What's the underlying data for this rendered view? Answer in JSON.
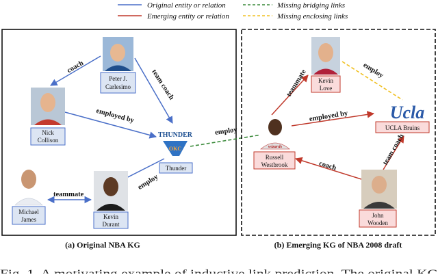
{
  "legend": {
    "items": [
      {
        "label": "Original entity or relation",
        "color": "#4a6fc8",
        "style": "solid"
      },
      {
        "label": "Emerging entity or relation",
        "color": "#c0392b",
        "style": "solid"
      },
      {
        "label": "Missing bridging links",
        "color": "#3a8a3a",
        "style": "dashed"
      },
      {
        "label": "Missing enclosing links",
        "color": "#f0c020",
        "style": "dashed"
      }
    ]
  },
  "left_panel": {
    "title": "(a) Original NBA  KG",
    "nodes": {
      "carlesimo": {
        "lines": [
          "Peter J.",
          "Carlesimo"
        ]
      },
      "collison": {
        "lines": [
          "Nick",
          "Collison"
        ]
      },
      "thunder": {
        "label": "Thunder",
        "logo_text": "THUNDER",
        "logo_sub": "OKC"
      },
      "james": {
        "lines": [
          "Michael",
          "James"
        ]
      },
      "durant": {
        "lines": [
          "Kevin",
          "Durant"
        ]
      }
    },
    "edges": {
      "coach": "coach",
      "team_coach": "team coach",
      "employed_by": "employed by",
      "teammate": "teammate",
      "employ": "employ"
    }
  },
  "bridge_label": "employ",
  "right_panel": {
    "title": "(b) Emerging KG of NBA 2008 draft",
    "nodes": {
      "love": {
        "lines": [
          "Kevin",
          "Love"
        ]
      },
      "westbrook": {
        "lines": [
          "Russell",
          "Westbrook"
        ],
        "jersey": "wizards"
      },
      "ucla": {
        "label": "UCLA Bruins",
        "logo_text": "Ucla"
      },
      "wooden": {
        "lines": [
          "John",
          "Wooden"
        ]
      }
    },
    "edges": {
      "teammate": "teammate",
      "employ": "employ",
      "employed_by": "employed by",
      "coach": "coach",
      "team_coach": "team coach"
    }
  },
  "caption_fragment": "Fig. 1.  A motivating example of inductive link prediction. The original KG",
  "colors": {
    "original": "#4a6fc8",
    "emerging": "#c0392b",
    "bridging": "#3a8a3a",
    "enclosing": "#f0c020"
  }
}
